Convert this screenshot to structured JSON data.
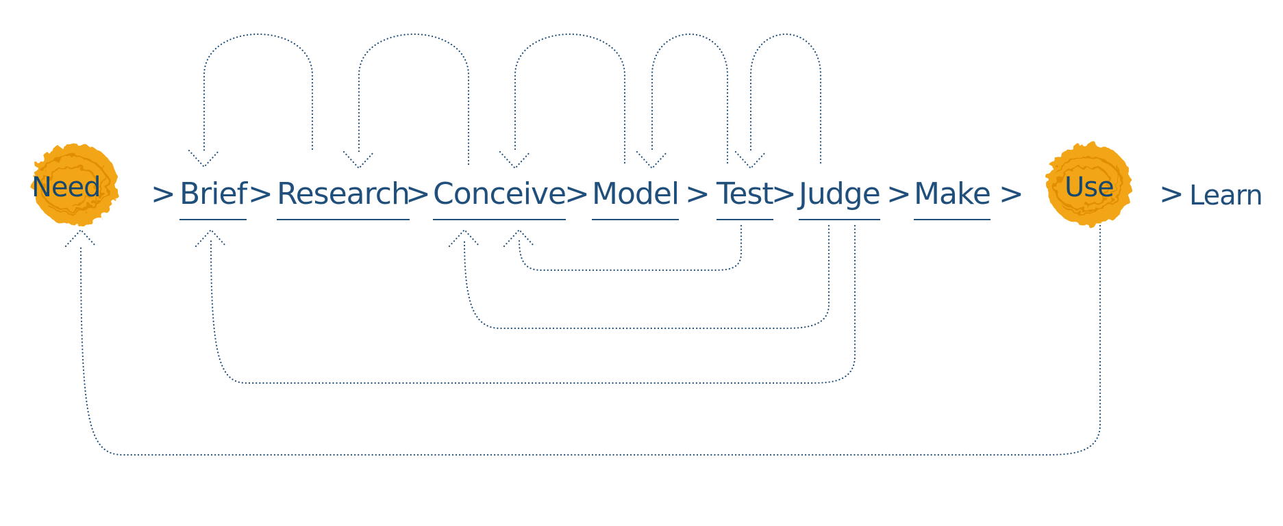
{
  "diagram": {
    "colors": {
      "ink": "#1f4f7a",
      "blob": "#f2a516",
      "blob_dark": "#e08e00"
    },
    "stages": {
      "need": "Need",
      "brief": "Brief",
      "research": "Research",
      "conceive": "Conceive",
      "model": "Model",
      "test": "Test",
      "judge": "Judge",
      "make": "Make",
      "use": "Use",
      "learn": "Learn"
    },
    "separator": ">"
  }
}
